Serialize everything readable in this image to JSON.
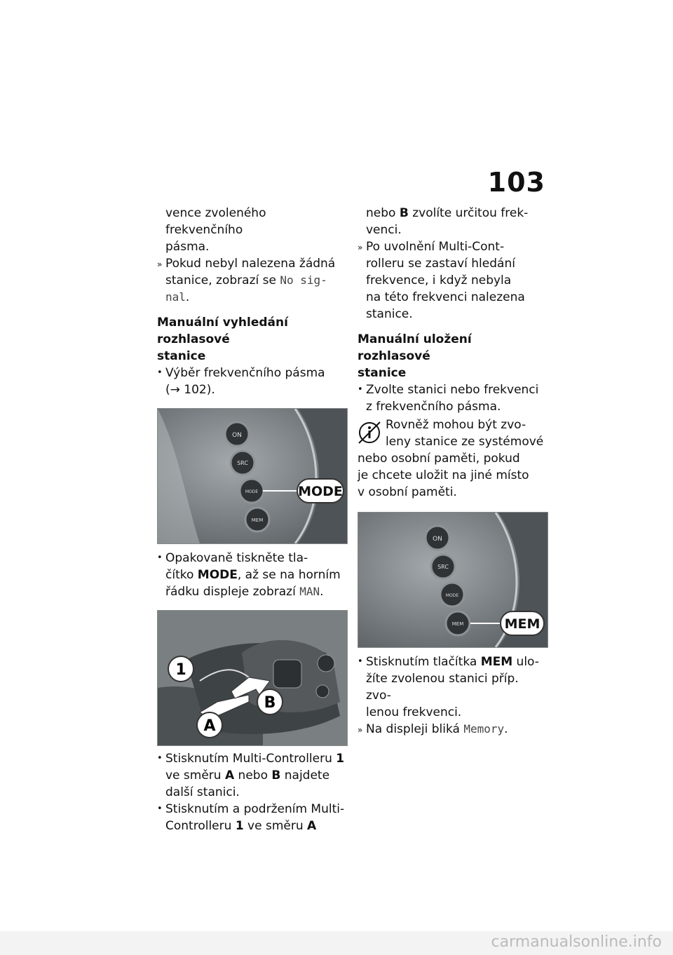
{
  "page_number": "103",
  "left": {
    "l1": "vence zvoleného frekvenčního",
    "l2": "pásma.",
    "r1_l1": "Pokud nebyl nalezena žádná",
    "r1_l2a": "stanice, zobrazí se ",
    "r1_mono_a": "No sig-",
    "r1_mono_b": "nal",
    "r1_end": ".",
    "h1_l1": "Manuální vyhledání rozhlasové",
    "h1_l2": "stanice",
    "b1_l1": "Výběr frekvenčního pásma",
    "b1_l2": "(→ 102).",
    "img1_buttons": [
      "ON",
      "SRC",
      "MODE",
      "MEM"
    ],
    "img1_label": "MODE",
    "b2_l1": "Opakovaně tiskněte tla-",
    "b2_l2a": "čítko ",
    "b2_bold": "MODE",
    "b2_l2b": ", až se na horním",
    "b2_l3a": "řádku displeje zobrazí ",
    "b2_mono": "MAN",
    "b2_end": ".",
    "img2_labels": [
      "1",
      "A",
      "B"
    ],
    "b3_l1a": "Stisknutím Multi-Controlleru ",
    "b3_one": "1",
    "b3_l2a": "ve směru ",
    "b3_A": "A",
    "b3_l2b": " nebo ",
    "b3_B": "B",
    "b3_l2c": " najdete",
    "b3_l3": "další stanici.",
    "b4_l1": "Stisknutím a podržením Multi-",
    "b4_l2a": "Controlleru ",
    "b4_one": "1",
    "b4_l2b": " ve směru ",
    "b4_A": "A"
  },
  "right": {
    "l1a": "nebo ",
    "l1_B": "B",
    "l1b": " zvolíte určitou frek-",
    "l2": "venci.",
    "r1_l1": "Po uvolnění Multi-Cont-",
    "r1_l2": "rolleru  se zastaví hledání",
    "r1_l3": "frekvence, i když nebyla",
    "r1_l4": "na této frekvenci nalezena",
    "r1_l5": "stanice.",
    "h1_l1": "Manuální uložení rozhlasové",
    "h1_l2": "stanice",
    "b1_l1": "Zvolte stanici nebo frekvenci",
    "b1_l2": "z frekvenčního pásma.",
    "note_l1": "Rovněž mohou být zvo-",
    "note_l2": "leny stanice ze systémové",
    "note_l3": "nebo osobní paměti, pokud",
    "note_l4": "je chcete uložit na jiné místo",
    "note_l5": "v osobní paměti.",
    "img_label": "MEM",
    "b2_l1a": "Stisknutím tlačítka ",
    "b2_bold": "MEM",
    "b2_l1b": " ulo-",
    "b2_l2": "žíte zvolenou stanici příp.  zvo-",
    "b2_l3": "lenou frekvenci.",
    "r2_l1a": "Na displeji bliká ",
    "r2_mono": "Memory",
    "r2_end": "."
  },
  "footer_text": "carmanualsonline.info",
  "colors": {
    "photo_bg": "#7e8487",
    "button": "#3a3e40",
    "label_bg": "#ffffff"
  }
}
